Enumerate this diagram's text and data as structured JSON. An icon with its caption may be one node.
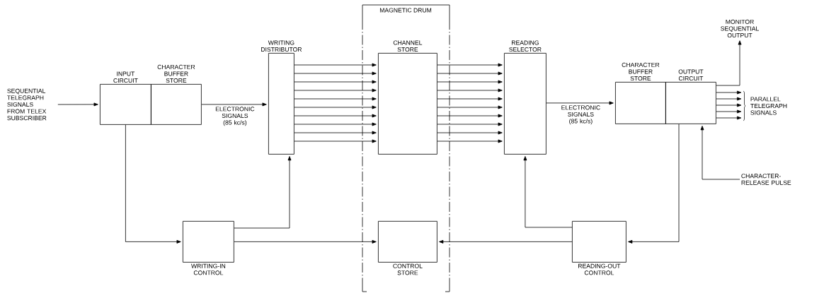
{
  "diagram": {
    "nodes": [
      {
        "text": [
          "MAGNETIC DRUM"
        ]
      },
      {
        "text": [
          "INPUT CIRCUIT"
        ]
      },
      {
        "text": [
          "CHARACTER BUFFER STORE"
        ]
      },
      {
        "text": [
          "WRITING DISTRIBUTOR"
        ]
      },
      {
        "text": [
          "CHANNEL STORE"
        ],
        "in": 0
      },
      {
        "text": [
          "READING SELECTOR"
        ]
      },
      {
        "text": [
          "CHARACTER BUFFER STORE"
        ]
      },
      {
        "text": [
          "OUTPUT CIRCUIT"
        ]
      },
      {
        "text": [
          "WRITING-IN CONTROL"
        ]
      },
      {
        "text": [
          "CONTROL STORE"
        ],
        "in": 0
      },
      {
        "text": [
          "READING-OUT CONTROL"
        ]
      },
      {
        "text": [
          "SEQUENTIAL TELEGRAPH SIGNALS FROM TELEX SUBSCRIBER"
        ]
      },
      {
        "text": [
          "MONITOR SEQUENTIAL OUTPUT"
        ]
      },
      {
        "text": [
          "PARALLEL TELEGRAPH SIGNALS"
        ]
      },
      {
        "text": [
          "CHARACTER-RELEASE PULSE"
        ]
      }
    ],
    "edges": [
      {
        "from": 11,
        "to": 1,
        "arrow": "to"
      },
      {
        "from": 2,
        "to": 3,
        "arrow": "to",
        "label": "ELECTRONIC SIGNALS (85 kc/s)"
      },
      {
        "from": 3,
        "to": 4,
        "arrow": "to"
      },
      {
        "from": 3,
        "to": 4,
        "arrow": "to"
      },
      {
        "from": 3,
        "to": 4,
        "arrow": "to"
      },
      {
        "from": 3,
        "to": 4,
        "arrow": "to"
      },
      {
        "from": 3,
        "to": 4,
        "arrow": "to"
      },
      {
        "from": 3,
        "to": 4,
        "arrow": "to"
      },
      {
        "from": 3,
        "to": 4,
        "arrow": "to"
      },
      {
        "from": 3,
        "to": 4,
        "arrow": "to"
      },
      {
        "from": 3,
        "to": 4,
        "arrow": "to"
      },
      {
        "from": 3,
        "to": 4,
        "arrow": "to"
      },
      {
        "from": 4,
        "to": 5,
        "arrow": "to"
      },
      {
        "from": 4,
        "to": 5,
        "arrow": "to"
      },
      {
        "from": 4,
        "to": 5,
        "arrow": "to"
      },
      {
        "from": 4,
        "to": 5,
        "arrow": "to"
      },
      {
        "from": 4,
        "to": 5,
        "arrow": "to"
      },
      {
        "from": 4,
        "to": 5,
        "arrow": "to"
      },
      {
        "from": 4,
        "to": 5,
        "arrow": "to"
      },
      {
        "from": 4,
        "to": 5,
        "arrow": "to"
      },
      {
        "from": 4,
        "to": 5,
        "arrow": "to"
      },
      {
        "from": 4,
        "to": 5,
        "arrow": "to"
      },
      {
        "from": 5,
        "to": 6,
        "arrow": "to",
        "label": "ELECTRONIC SIGNALS (85 kc/s)"
      },
      {
        "from": 1,
        "to": 8,
        "arrow": "to"
      },
      {
        "from": 8,
        "to": 3,
        "arrow": "to"
      },
      {
        "from": 8,
        "to": 9,
        "arrow": "to"
      },
      {
        "from": 7,
        "to": 10,
        "arrow": "to"
      },
      {
        "from": 10,
        "to": 9,
        "arrow": "to"
      },
      {
        "from": 10,
        "to": 5,
        "arrow": "to"
      },
      {
        "from": 14,
        "to": 7,
        "arrow": "to"
      },
      {
        "from": 7,
        "to": 12,
        "arrow": "to"
      },
      {
        "from": 7,
        "to": 13,
        "arrow": "to"
      },
      {
        "from": 7,
        "to": 13,
        "arrow": "to"
      },
      {
        "from": 7,
        "to": 13,
        "arrow": "to"
      },
      {
        "from": 7,
        "to": 13,
        "arrow": "to"
      },
      {
        "from": 7,
        "to": 13,
        "arrow": "to"
      }
    ]
  }
}
